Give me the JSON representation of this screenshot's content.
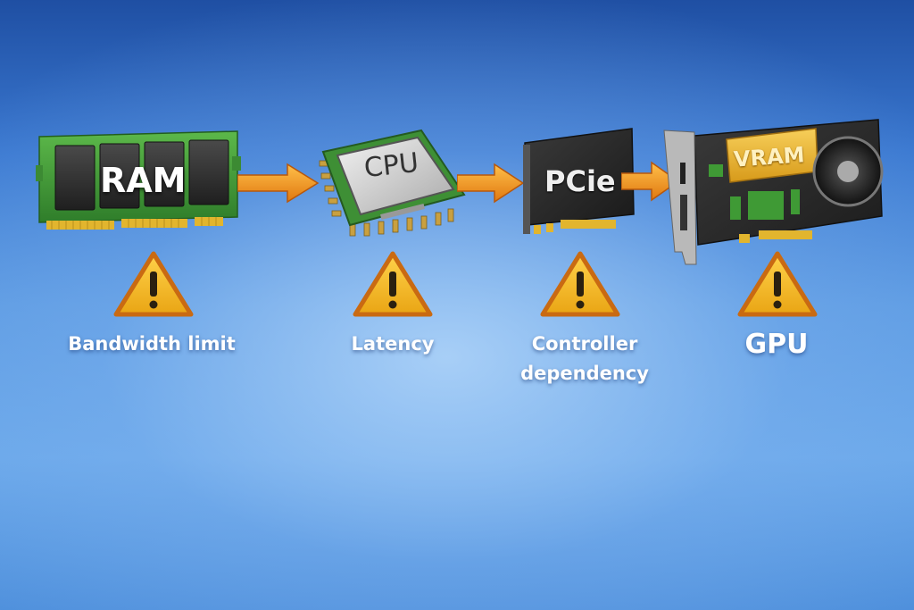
{
  "diagram": {
    "type": "pipeline",
    "colors": {
      "background_top": "#1f4fa3",
      "background_bottom": "#6aa8ea",
      "arrow": "#f39a1e",
      "warning": "#f2b21c",
      "pcb_green": "#3f9a35",
      "label": "#ffffff"
    },
    "stages": [
      {
        "id": "ram",
        "chip_text": "RAM",
        "icon": "ram-module-icon",
        "warning_icon": "warning-triangle-icon",
        "caption": "Bandwidth limit"
      },
      {
        "id": "cpu",
        "chip_text": "CPU",
        "icon": "cpu-chip-icon",
        "warning_icon": "warning-triangle-icon",
        "caption": "Latency"
      },
      {
        "id": "pcie",
        "chip_text": "PCie",
        "icon": "pcie-card-icon",
        "warning_icon": "warning-triangle-icon",
        "caption_line1": "Controller",
        "caption_line2": "dependency"
      },
      {
        "id": "gpu",
        "chip_text": "VRAM",
        "icon": "graphics-card-icon",
        "warning_icon": "warning-triangle-icon",
        "caption": "GPU"
      }
    ],
    "edges": [
      {
        "from": "ram",
        "to": "cpu"
      },
      {
        "from": "cpu",
        "to": "pcie"
      },
      {
        "from": "pcie",
        "to": "gpu"
      }
    ]
  }
}
